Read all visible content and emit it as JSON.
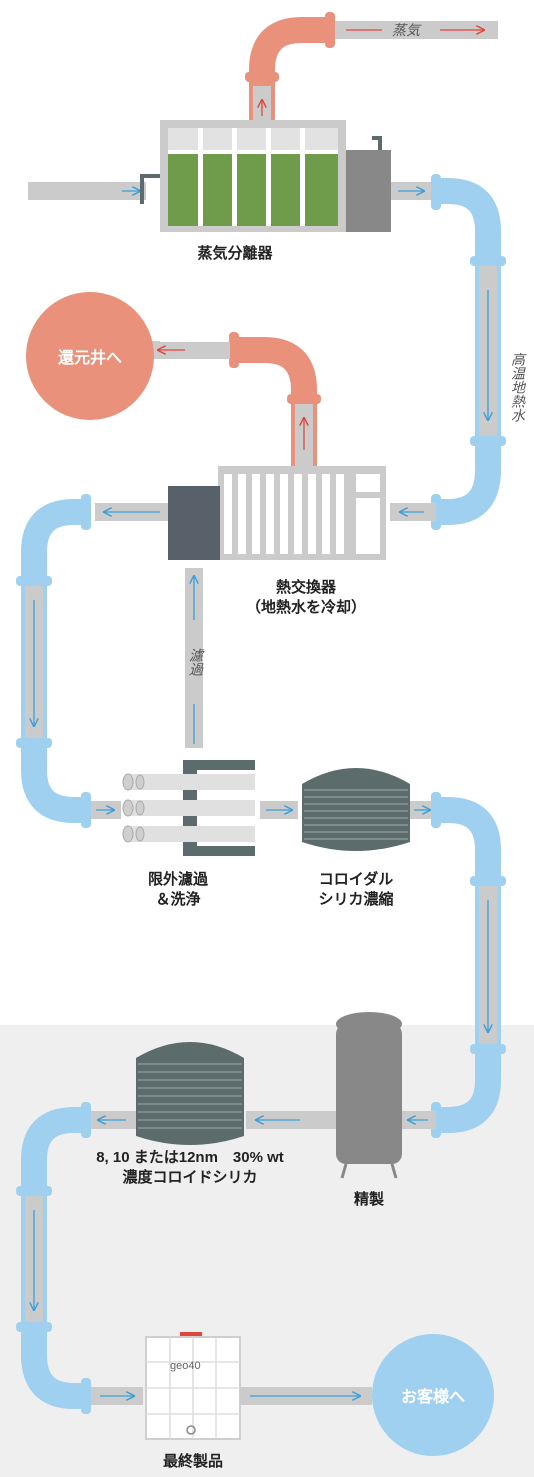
{
  "labels": {
    "steam": "蒸気",
    "separator": "蒸気分離器",
    "reinjection": "還元井へ",
    "hot_water": "高温地熱水",
    "heat_exchanger_line1": "熱交換器",
    "heat_exchanger_line2": "（地熱水を冷却）",
    "filtration": "濾過",
    "ultrafiltration_line1": "限外濾過",
    "ultrafiltration_line2": "＆洗浄",
    "colloidal_line1": "コロイダル",
    "colloidal_line2": "シリカ濃縮",
    "product_line1": "8, 10 または12nm　30% wt",
    "product_line2": "濃度コロイドシリカ",
    "refining": "精製",
    "final_product": "最終製品",
    "to_customer": "お客様へ",
    "tote_brand": "geo40"
  },
  "colors": {
    "hot_pipe": "#e9917a",
    "cold_pipe": "#9fd0ef",
    "gray_pipe": "#cbcbcb",
    "arrow_blue": "#3b9fd8",
    "arrow_red": "#e0473a",
    "tank": "#5c6b6b",
    "green": "#6e9c4a",
    "reinjection_circle": "#e9917a",
    "customer_circle": "#9fd0ef"
  }
}
